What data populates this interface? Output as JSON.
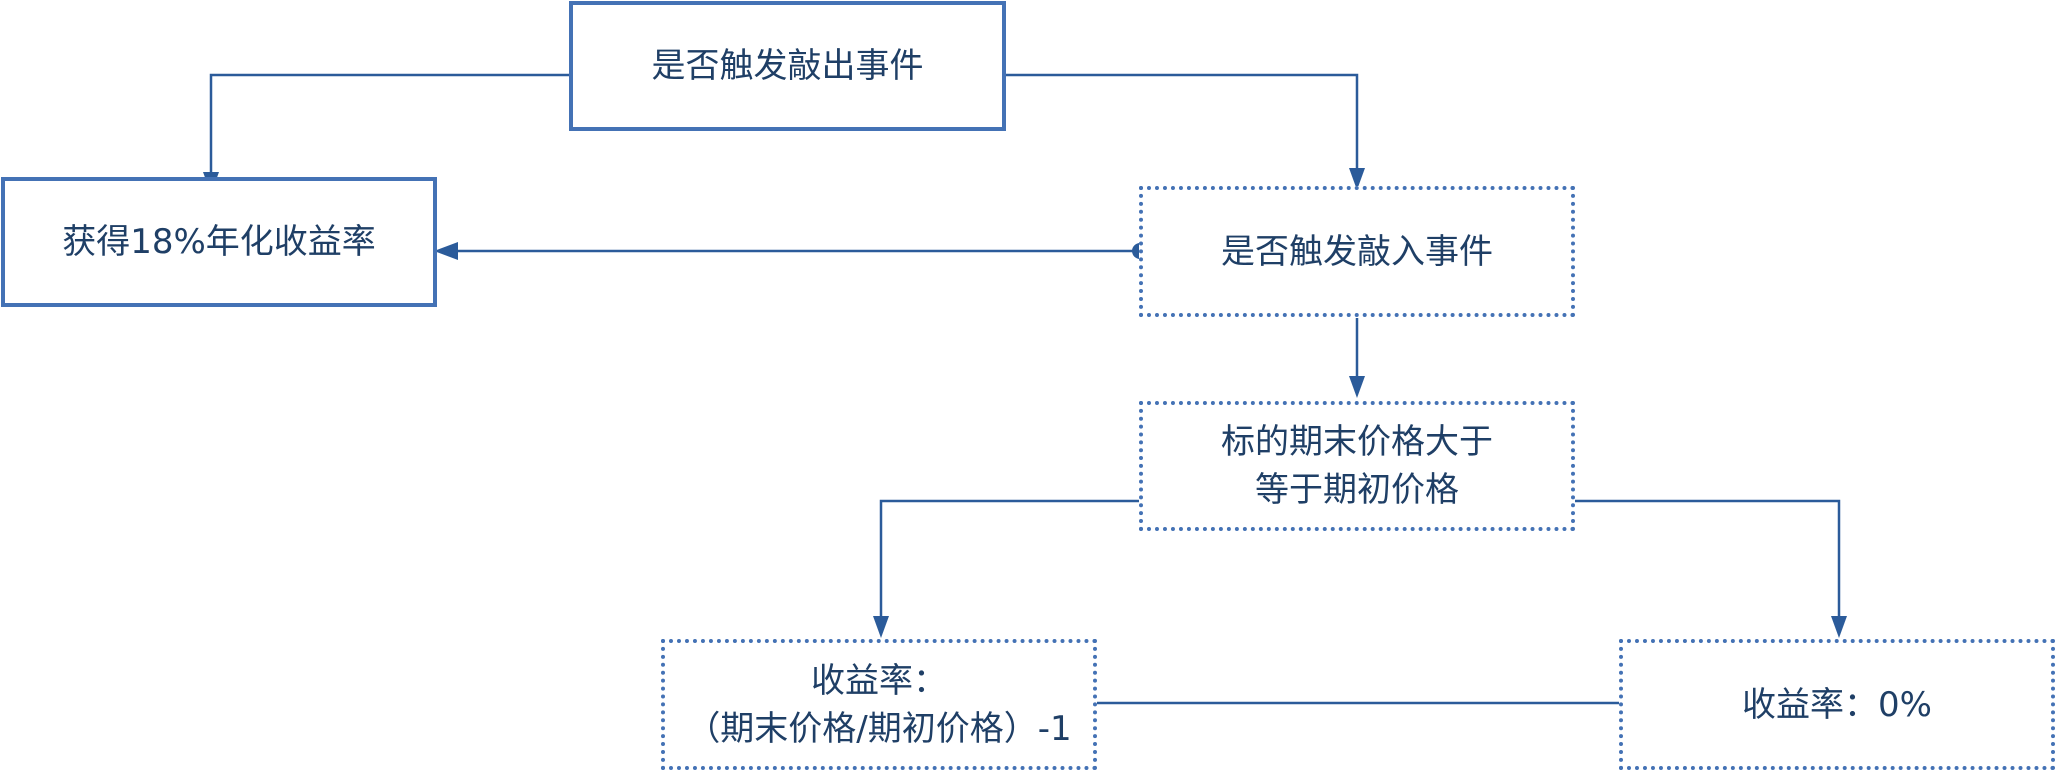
{
  "nodes": {
    "knockout": "是否触发敲出事件",
    "gain18": "获得18%年化收益率",
    "knockin": "是否触发敲入事件",
    "compare": "标的期末价格大于\n等于期初价格",
    "ret_ratio_line1": "收益率：",
    "ret_ratio_line2": "（期末价格/期初价格）-1",
    "ret_zero": "收益率：0%"
  },
  "colors": {
    "border": "#4472b5",
    "line": "#2b5b9a",
    "text": "#1f3f66"
  }
}
